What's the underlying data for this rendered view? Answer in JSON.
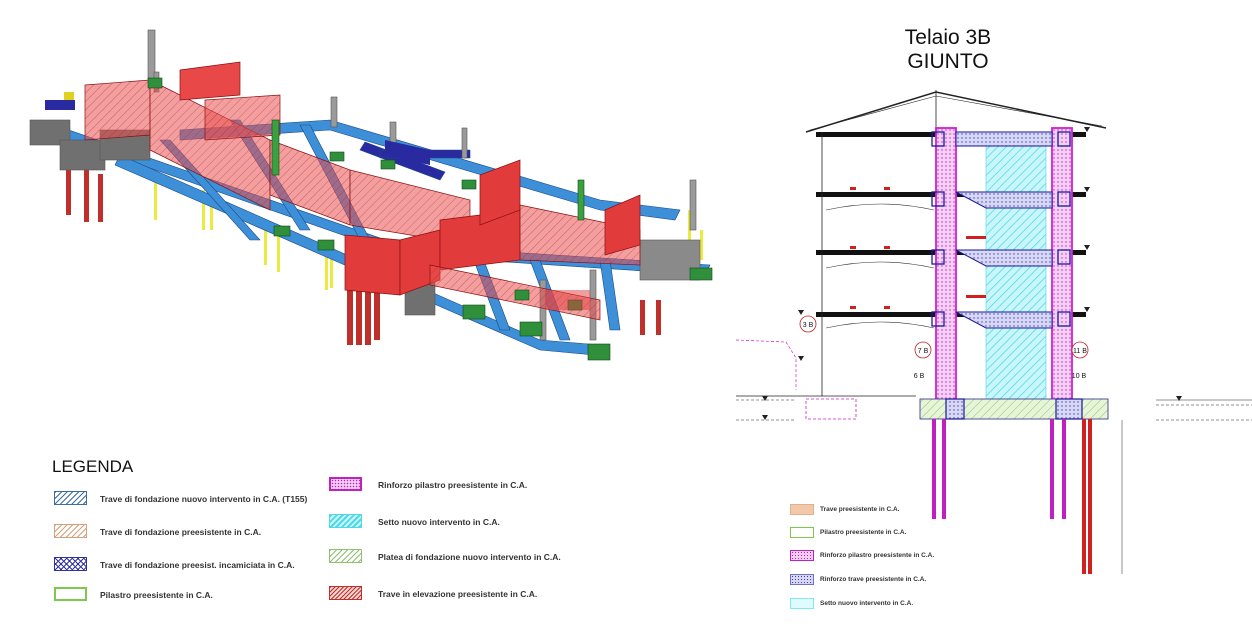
{
  "section_title": {
    "line1": "Telaio 3B",
    "line2": "GIUNTO"
  },
  "legend_main": {
    "heading": "LEGENDA",
    "items": [
      {
        "label": "Trave di fondazione nuovo intervento in C.A. (T155)",
        "color": "#3a6ea5",
        "pattern": "hatch"
      },
      {
        "label": "Trave di fondazione preesistente in C.A.",
        "color": "#d7a07a",
        "pattern": "hatch"
      },
      {
        "label": "Trave di fondazione preesist. incamiciata in C.A.",
        "color": "#3030a0",
        "pattern": "cross"
      },
      {
        "label": "Pilastro preesistente in C.A.",
        "color": "#7ec850",
        "pattern": "outline"
      },
      {
        "label": "Rinforzo pilastro preesistente in C.A.",
        "color": "#c020c0",
        "pattern": "dots"
      },
      {
        "label": "Setto nuovo intervento in C.A.",
        "color": "#4fd8e8",
        "pattern": "hatch"
      },
      {
        "label": "Platea di fondazione nuovo intervento in C.A.",
        "color": "#8fc070",
        "pattern": "hatch"
      },
      {
        "label": "Trave in elevazione preesistente in C.A.",
        "color": "#c0302a",
        "pattern": "hatch"
      }
    ]
  },
  "legend_section": {
    "items": [
      {
        "label": "Trave preesistente in C.A.",
        "color": "#f2c8a8"
      },
      {
        "label": "Pilastro preesistente in C.A.",
        "color": "#7ec850"
      },
      {
        "label": "Rinforzo pilastro preesistente in C.A.",
        "color": "#c020c0"
      },
      {
        "label": "Rinforzo trave preesistente in C.A.",
        "color": "#7070d0"
      },
      {
        "label": "Setto nuovo intervento in C.A.",
        "color": "#7eeaf2"
      }
    ]
  },
  "section_labels": {
    "axis_3b": "3 B",
    "axis_7b": "7 B",
    "axis_11b": "11 B",
    "label_6b": "6 B",
    "label_10b": "10 B"
  },
  "colors": {
    "foundation_blue": "#3d8fd8",
    "wall_red": "#e23b3b",
    "column_grey": "#9a9a9a",
    "pile_yellow": "#f0f050",
    "plinth_green": "#2f8f3a",
    "magenta": "#d020d0",
    "cyan_hatch": "#7eeaf2",
    "navy": "#1a1a7a"
  }
}
